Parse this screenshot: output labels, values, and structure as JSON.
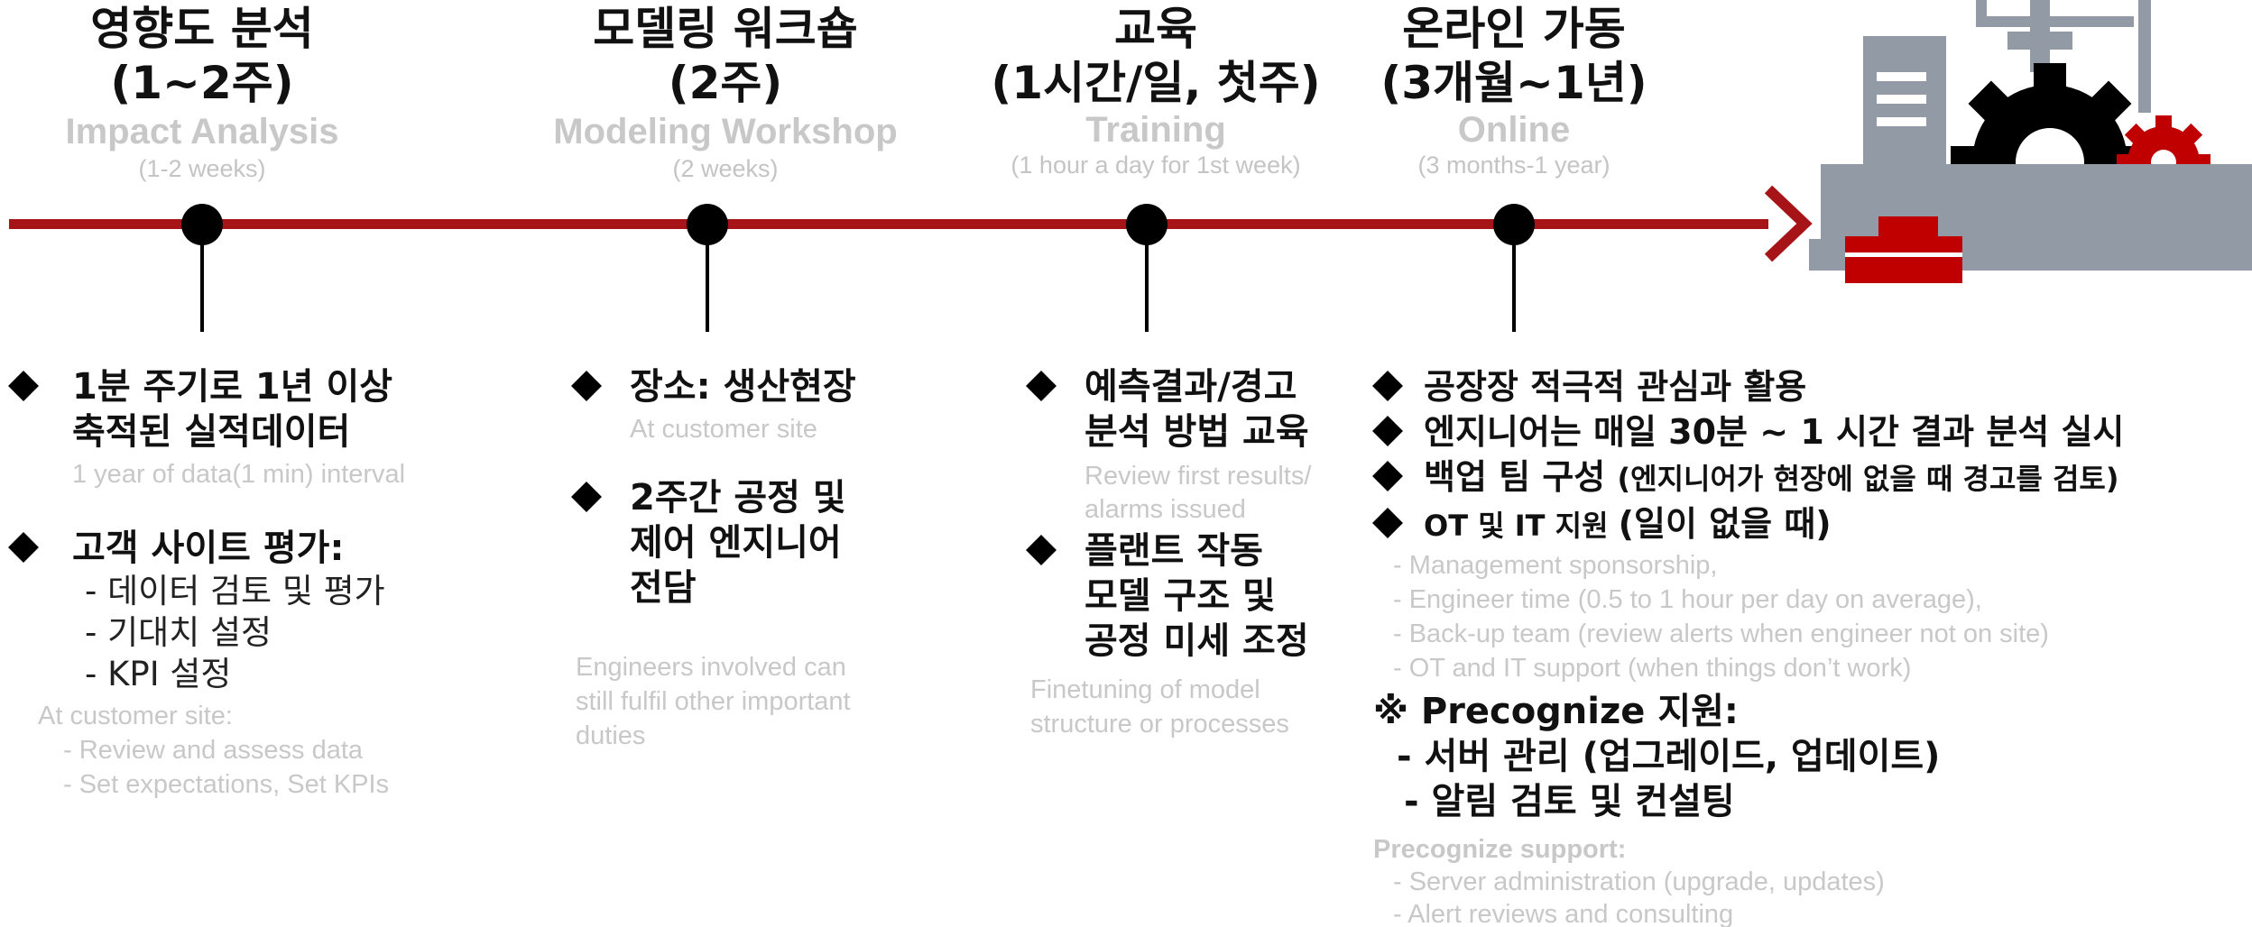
{
  "colors": {
    "timeline": "#a71417",
    "gray_text": "#c8c8c8",
    "factory_gray": "#919aa5",
    "accent_red": "#c00000"
  },
  "phases": [
    {
      "title_ko": "영향도 분석",
      "title_ko_sub": "(1~2주)",
      "title_en": "Impact Analysis",
      "title_en_sub": "(1-2 weeks)",
      "items": [
        {
          "ko": [
            "1분 주기로 1년 이상",
            "축적된 실적데이터"
          ],
          "en": "1 year of data(1 min) interval"
        },
        {
          "ko_head": "고객 사이트 평가:",
          "ko_sub": [
            "- 데이터 검토 및 평가",
            "- 기대치 설정",
            "- KPI 설정"
          ]
        }
      ],
      "en_block": [
        "At customer site:",
        "- Review and assess data",
        "- Set expectations, Set KPIs"
      ]
    },
    {
      "title_ko": "모델링 워크숍",
      "title_ko_sub": "(2주)",
      "title_en": "Modeling Workshop",
      "title_en_sub": "(2 weeks)",
      "items": [
        {
          "ko": [
            "장소: 생산현장"
          ],
          "en": "At customer site"
        },
        {
          "ko": [
            "2주간 공정 및",
            "제어 엔지니어",
            "전담"
          ]
        }
      ],
      "en_block": [
        "Engineers involved can",
        "still fulfil other important",
        "duties"
      ]
    },
    {
      "title_ko": "교육",
      "title_ko_sub": "(1시간/일, 첫주)",
      "title_en": "Training",
      "title_en_sub": "(1 hour a day for 1st week)",
      "items": [
        {
          "ko": [
            "예측결과/경고",
            "분석 방법 교육"
          ],
          "en": [
            "Review first results/",
            "alarms issued"
          ]
        },
        {
          "ko": [
            "플랜트 작동",
            "모델 구조 및",
            "공정 미세 조정"
          ]
        }
      ],
      "en_block": [
        "Finetuning of model",
        "structure or processes"
      ]
    },
    {
      "title_ko": "온라인 가동",
      "title_ko_sub": "(3개월~1년)",
      "title_en": "Online",
      "title_en_sub": "(3 months-1 year)",
      "items": [
        {
          "ko": [
            "공장장 적극적 관심과 활용"
          ]
        },
        {
          "ko_a": "엔지니어는 매일  30분 ~ 1 시간 결과 분석 실시"
        },
        {
          "ko_a": "백업 팀 구성 ",
          "ko_b": "(엔지니어가 현장에 없을 때 경고를 검토)"
        },
        {
          "ko_a": " OT 및 IT 지원 ",
          "ko_b": "(일이 없을 때)"
        }
      ],
      "en_block": [
        "- Management sponsorship,",
        "- Engineer time (0.5 to 1 hour per day on average),",
        "- Back-up team (review alerts when engineer not on site)",
        "- OT and IT support (when things don’t work)"
      ],
      "support_ko_head": "※ Precognize 지원:",
      "support_ko": [
        "- 서버 관리 (업그레이드, 업데이트)",
        "- 알림 검토 및 컨설팅"
      ],
      "support_en_head": "Precognize support:",
      "support_en": [
        "- Server administration (upgrade, updates)",
        "- Alert reviews and consulting"
      ]
    }
  ],
  "icons": {
    "timeline_arrow": "arrow-right-icon",
    "factory": "factory-gear-icon"
  }
}
